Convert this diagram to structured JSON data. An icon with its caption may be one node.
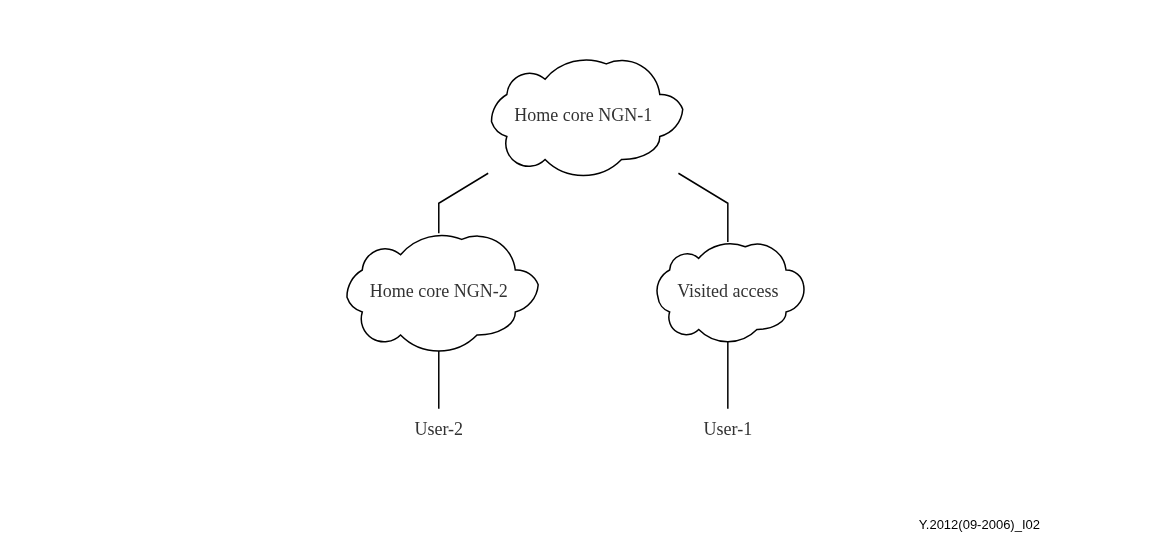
{
  "diagram": {
    "nodes": [
      {
        "text": [
          "Home core NGN-1"
        ]
      },
      {
        "text": [
          "Home core NGN-2"
        ]
      },
      {
        "text": [
          "Visited access"
        ]
      },
      {
        "text": [
          "User-2"
        ]
      },
      {
        "text": [
          "User-1"
        ]
      }
    ],
    "edges": [
      {
        "from": 0,
        "to": 1,
        "arrow": "none"
      },
      {
        "from": 0,
        "to": 2,
        "arrow": "none"
      },
      {
        "from": 1,
        "to": 3,
        "arrow": "none"
      },
      {
        "from": 2,
        "to": 4,
        "arrow": "none"
      }
    ],
    "labels": [
      "Y.2012(09-2006)_I02"
    ]
  }
}
